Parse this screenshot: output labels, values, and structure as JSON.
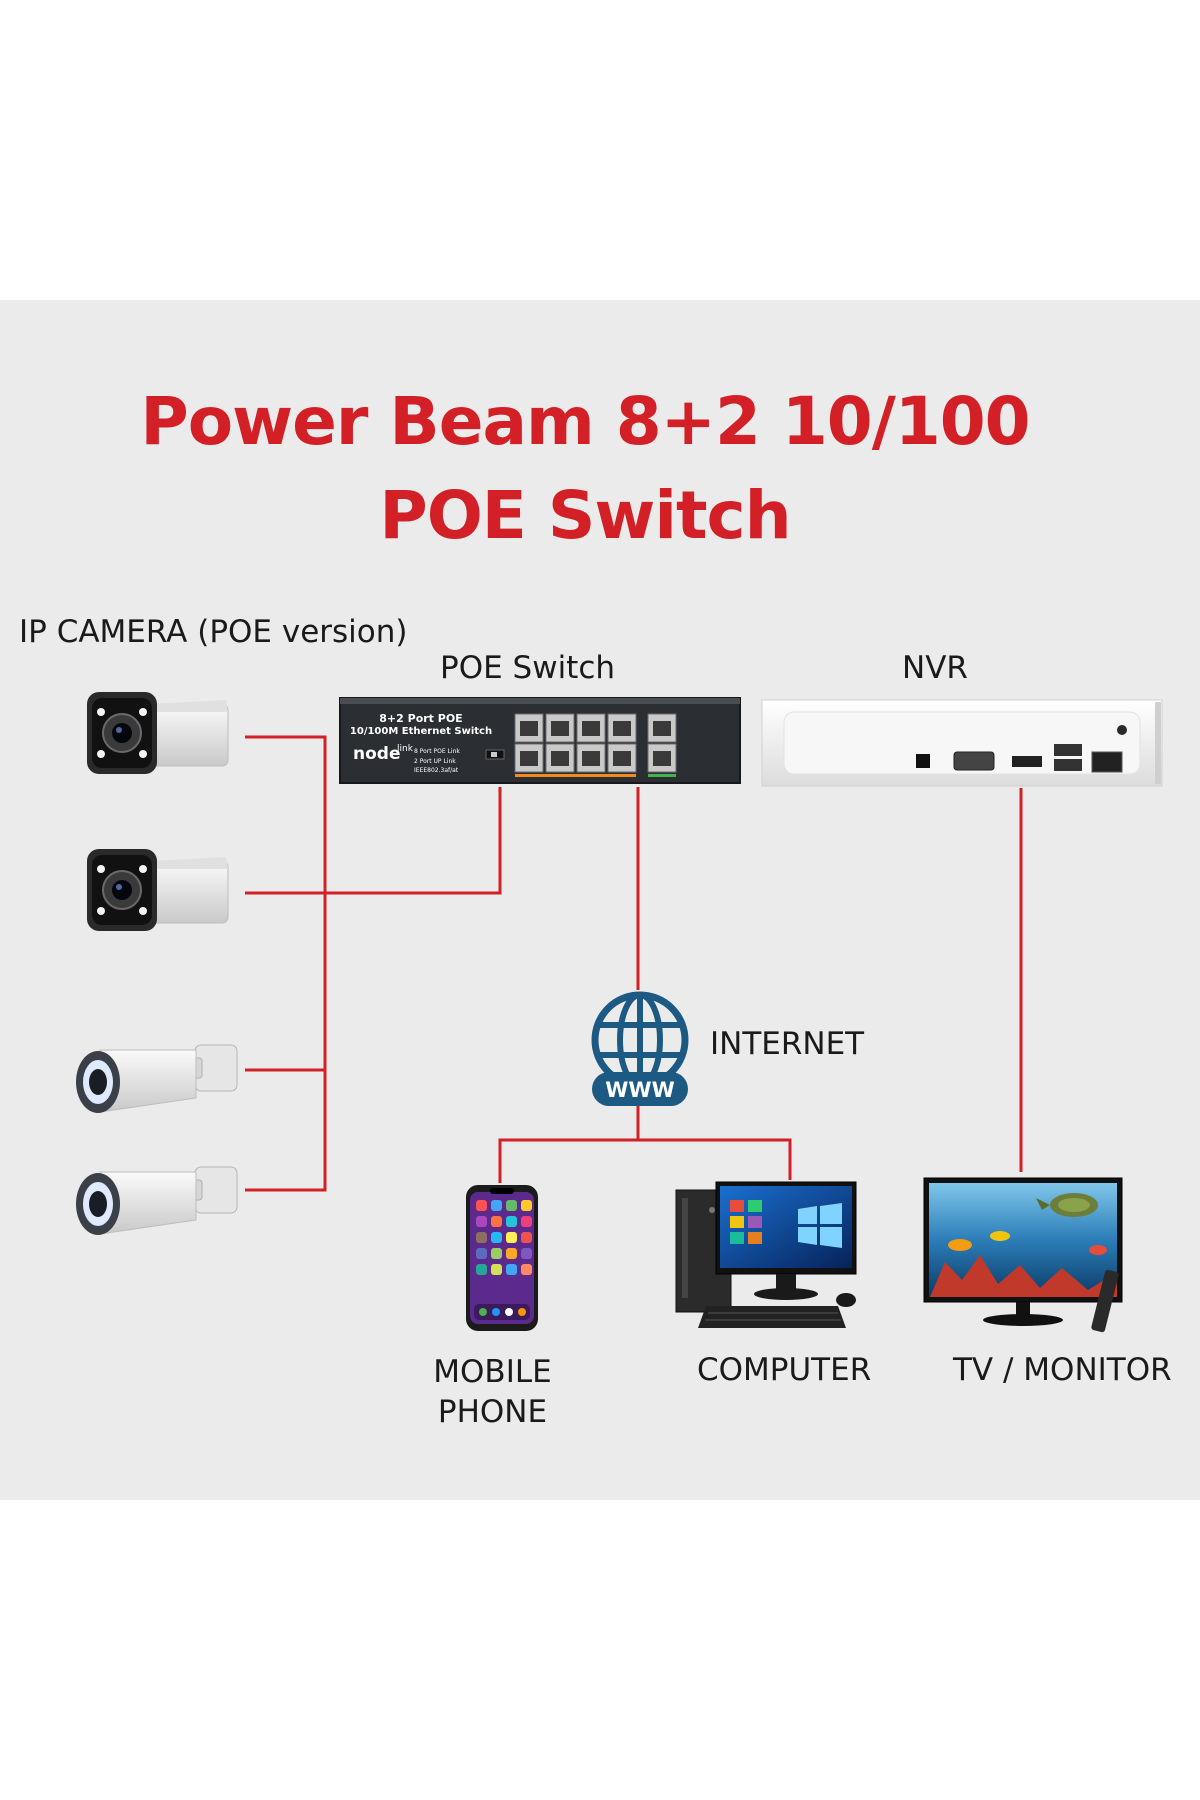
{
  "title": {
    "line1": "Power Beam 8+2 10/100",
    "line2": "POE Switch"
  },
  "labels": {
    "ip_camera": "IP CAMERA (POE version)",
    "poe_switch": "POE Switch",
    "nvr": "NVR",
    "internet": "INTERNET",
    "mobile_line1": "MOBILE",
    "mobile_line2": "PHONE",
    "computer": "COMPUTER",
    "tv_monitor": "TV / MONITOR"
  },
  "switch_device": {
    "line1": "8+2 Port POE",
    "line2": "10/100M Ethernet Switch",
    "brand": "node",
    "brand_suffix": "link",
    "spec1": "8 Port POE Link",
    "spec2": "2 Port UP Link",
    "spec3": "IEEE802.3af/at"
  },
  "globe_text": "WWW",
  "colors": {
    "accent_red": "#d32027",
    "panel_bg": "#ebebeb",
    "globe_blue": "#1d5a83"
  }
}
